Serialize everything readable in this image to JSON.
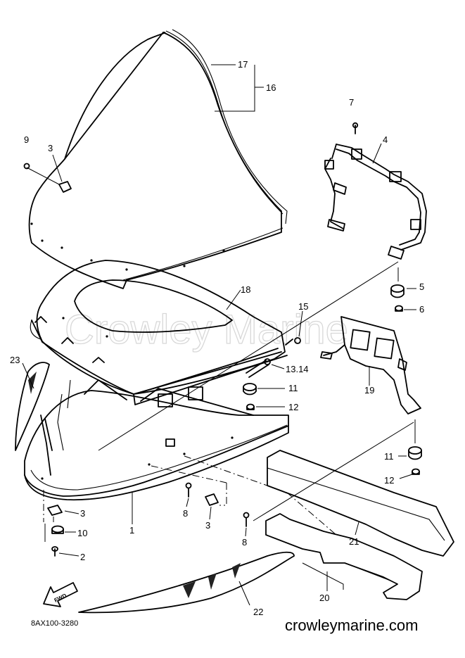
{
  "diagram": {
    "callouts": [
      {
        "id": "c17",
        "text": "17"
      },
      {
        "id": "c16",
        "text": "16"
      },
      {
        "id": "c7",
        "text": "7"
      },
      {
        "id": "c4",
        "text": "4"
      },
      {
        "id": "c9",
        "text": "9"
      },
      {
        "id": "c3a",
        "text": "3"
      },
      {
        "id": "c5",
        "text": "5"
      },
      {
        "id": "c6",
        "text": "6"
      },
      {
        "id": "c18",
        "text": "18"
      },
      {
        "id": "c15",
        "text": "15"
      },
      {
        "id": "c1314",
        "text": "13.14"
      },
      {
        "id": "c19",
        "text": "19"
      },
      {
        "id": "c23",
        "text": "23"
      },
      {
        "id": "c11a",
        "text": "11"
      },
      {
        "id": "c12a",
        "text": "12"
      },
      {
        "id": "c11b",
        "text": "11"
      },
      {
        "id": "c12b",
        "text": "12"
      },
      {
        "id": "c3b",
        "text": "3"
      },
      {
        "id": "c10",
        "text": "10"
      },
      {
        "id": "c2",
        "text": "2"
      },
      {
        "id": "c8a",
        "text": "8"
      },
      {
        "id": "c3c",
        "text": "3"
      },
      {
        "id": "c8b",
        "text": "8"
      },
      {
        "id": "c1",
        "text": "1"
      },
      {
        "id": "c21",
        "text": "21"
      },
      {
        "id": "c20",
        "text": "20"
      },
      {
        "id": "c22",
        "text": "22"
      }
    ],
    "fwd_label": "FWD",
    "watermark": "Crowley Marine",
    "drawing_code": "8AX100-3280",
    "site": "crowleymarine.com"
  }
}
